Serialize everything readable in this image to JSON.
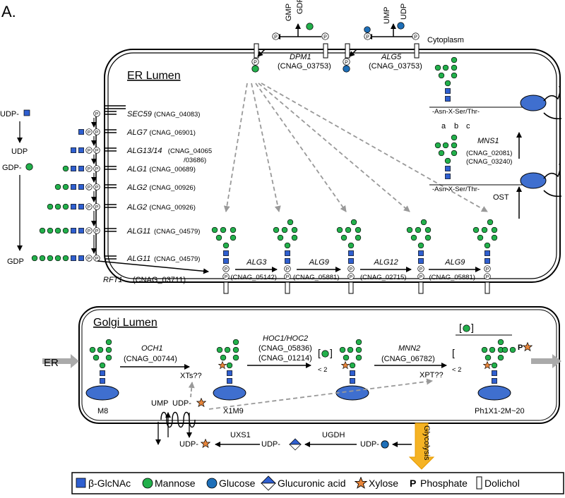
{
  "panel_label": "A.",
  "cytoplasm": "Cytoplasm",
  "er_lumen": "ER Lumen",
  "golgi_lumen": "Golgi Lumen",
  "gdp": "GDP",
  "gmp": "GMP",
  "udp": "UDP",
  "ump": "UMP",
  "udp_dash": "UDP-",
  "gdp_dash": "GDP-",
  "er_label": "ER",
  "dpm1": {
    "name": "DPM1",
    "id": "(CNAG_03753)"
  },
  "alg5": {
    "name": "ALG5",
    "id": "(CNAG_03753)"
  },
  "steps": [
    {
      "name": "SEC59",
      "id": "(CNAG_04083)"
    },
    {
      "name": "ALG7",
      "id": "(CNAG_06901)"
    },
    {
      "name": "ALG13/14",
      "id": "(CNAG_04065",
      "id2": "/03686)"
    },
    {
      "name": "ALG1",
      "id": "(CNAG_00689)"
    },
    {
      "name": "ALG2",
      "id": "(CNAG_00926)"
    },
    {
      "name": "ALG2",
      "id": "(CNAG_00926)"
    },
    {
      "name": "ALG11",
      "id": "(CNAG_04579)"
    },
    {
      "name": "ALG11",
      "id": "(CNAG_04579)"
    }
  ],
  "rft1": {
    "name": "RFT1",
    "id": "(CNAG_03711)"
  },
  "lumen_steps": [
    {
      "name": "ALG3",
      "id": "(CNAG_05142)"
    },
    {
      "name": "ALG9",
      "id": "(CNAG_05881)"
    },
    {
      "name": "ALG12",
      "id": "(CNAG_02715)"
    },
    {
      "name": "ALG9",
      "id": "(CNAG_05881)"
    }
  ],
  "mns1": {
    "name": "MNS1",
    "id": "(CNAG_02081)",
    "id2": "(CNAG_03240)"
  },
  "abc": [
    "a",
    "b",
    "c"
  ],
  "asn_motif": "-Asn-X-Ser/Thr-",
  "ost": "OST",
  "och1": {
    "name": "OCH1",
    "id": "(CNAG_00744)"
  },
  "hoc": {
    "name": "HOC1/HOC2",
    "id": "(CNAG_05836)",
    "id2": "(CNAG_01214)"
  },
  "mnn2": {
    "name": "MNN2",
    "id": "(CNAG_06782)"
  },
  "xts": "XTs??",
  "xpt": "XPT??",
  "lt2": "< 2",
  "m8": "M8",
  "x1m9": "X1M9",
  "final_glycan": "Ph1X1-2M~20",
  "phos_p": "P",
  "uxs1": "UXS1",
  "ugdh": "UGDH",
  "glycolysis": "Glycolysis",
  "legend": [
    {
      "icon": "glcnac-square-icon",
      "label": "β-GlcNAc"
    },
    {
      "icon": "mannose-circle-icon",
      "label": "Mannose"
    },
    {
      "icon": "glucose-circle-icon",
      "label": "Glucose"
    },
    {
      "icon": "glucuronic-diamond-icon",
      "label": "Glucuronic acid"
    },
    {
      "icon": "xylose-star-icon",
      "label": "Xylose"
    },
    {
      "icon": "phosphate-p-icon",
      "label": "P",
      "label2": "Phosphate"
    },
    {
      "icon": "dolichol-rect-icon",
      "label": "Dolichol"
    }
  ],
  "colors": {
    "glcnac": "#2f5fd0",
    "mannose": "#22b04b",
    "glucose": "#1e6fb8",
    "xylose": "#e8853a",
    "protein": "#3f6fcf",
    "arrow_gray": "#999999",
    "glycolysis": "#f5b324"
  }
}
